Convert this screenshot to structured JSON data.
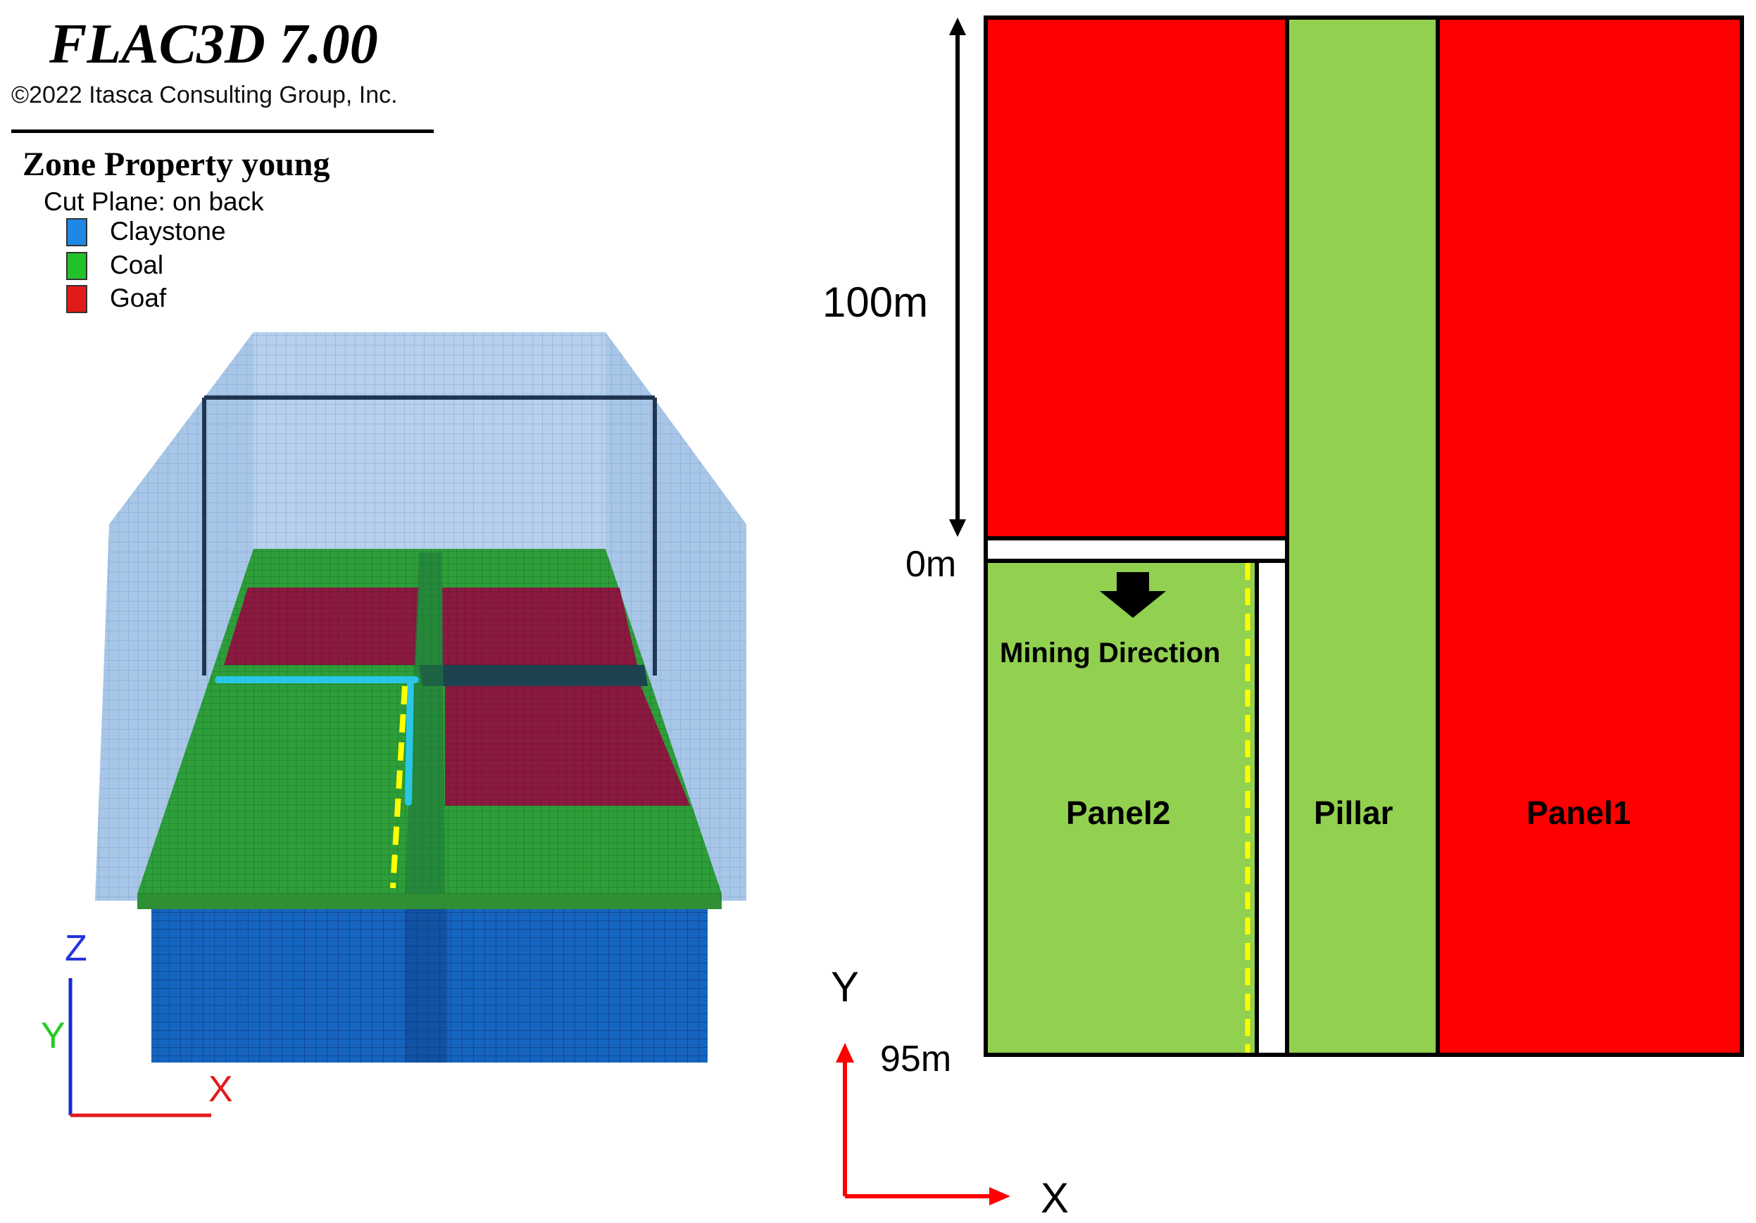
{
  "header": {
    "title": "FLAC3D 7.00",
    "copyright": "©2022 Itasca Consulting Group, Inc."
  },
  "legend": {
    "title": "Zone Property young",
    "cut_plane": "Cut Plane: on back",
    "items": [
      {
        "label": "Claystone",
        "color": "#1e88e5"
      },
      {
        "label": "Coal",
        "color": "#22c12a"
      },
      {
        "label": "Goaf",
        "color": "#e31a1a"
      }
    ]
  },
  "model_view": {
    "axes": {
      "z": "Z",
      "y": "Y",
      "x": "X"
    },
    "colors": {
      "claystone": "#1565c0",
      "coal": "#2e9e3a",
      "goaf": "#8b1a40",
      "roadway": "#29c6e6",
      "marker_line": "#ffff00"
    }
  },
  "plan_view": {
    "dimensions": {
      "top": "100m",
      "middle": "0m",
      "bottom": "95m"
    },
    "regions": {
      "panel2": "Panel2",
      "pillar": "Pillar",
      "panel1": "Panel1"
    },
    "mining_direction": "Mining Direction",
    "axes": {
      "y": "Y",
      "x": "X"
    },
    "colors": {
      "goaf": "#ff0000",
      "coal": "#92d050",
      "axis_arrow": "#ff0000",
      "marker_line": "#ffff00"
    }
  }
}
